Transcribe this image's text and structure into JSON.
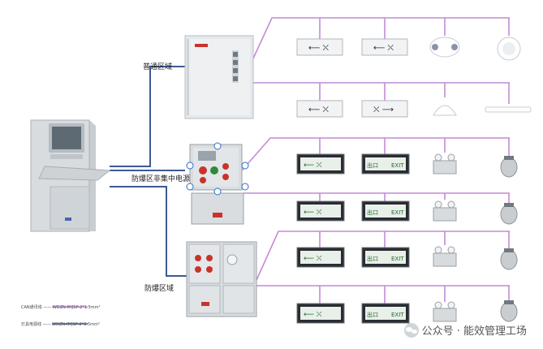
{
  "zones": {
    "normal_area": "普通区域",
    "explosion_proof_central_power": "防爆区非集中电源",
    "explosion_proof_area": "防爆区域"
  },
  "legend": {
    "can_bus": "CAN通讯线 —— WDZN-RYJSP-2*1.5mm²",
    "power_bus": "灯具电源线 —— WDZN-RYJSP-2*2.5mm²"
  },
  "signs": {
    "exit_text": "出口",
    "exit_en": "EXIT"
  },
  "watermark": "公众号 · 能效管理工场",
  "colors": {
    "can_line": "#c48ad6",
    "power_line": "#3c5a96",
    "cabinet": "#e6e9ec",
    "sign_dark": "#2a2d31"
  }
}
